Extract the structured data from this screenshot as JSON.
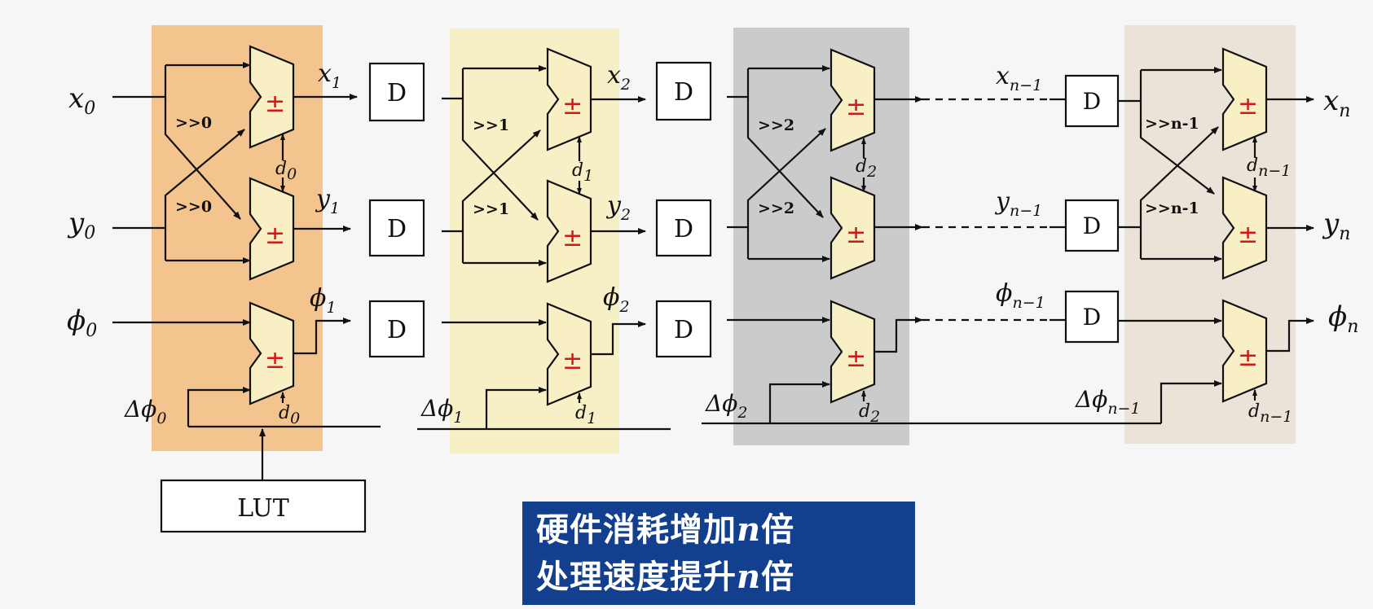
{
  "stage_colors": [
    "#f4c48e",
    "#f7efc6",
    "#cbcbcb",
    "#ebe3d8"
  ],
  "inputs": {
    "x": {
      "sym": "x",
      "sub": "0"
    },
    "y": {
      "sym": "y",
      "sub": "0"
    },
    "phi": {
      "sym": "ϕ",
      "sub": "0"
    }
  },
  "outputs": {
    "x": {
      "sym": "x",
      "sub": "n"
    },
    "y": {
      "sym": "y",
      "sub": "n"
    },
    "phi": {
      "sym": "ϕ",
      "sub": "n"
    }
  },
  "stages": [
    {
      "shift": ">>0",
      "d": "0",
      "dphi": "0",
      "out": "1"
    },
    {
      "shift": ">>1",
      "d": "1",
      "dphi": "1",
      "out": "2"
    },
    {
      "shift": ">>2",
      "d": "2",
      "dphi": "2",
      "out": ""
    },
    {
      "shift": ">>n-1",
      "d": "n−1",
      "dphi": "n−1",
      "out": ""
    }
  ],
  "pre_last": {
    "sub": "n−1"
  },
  "delay_label": "D",
  "adder_symbol": "±",
  "lut_label": "LUT",
  "delta_symbol": "Δϕ",
  "d_symbol": "d",
  "banner": {
    "line1": "硬件消耗增加",
    "line2": "处理速度提升",
    "var": "n",
    "suffix": "倍"
  }
}
